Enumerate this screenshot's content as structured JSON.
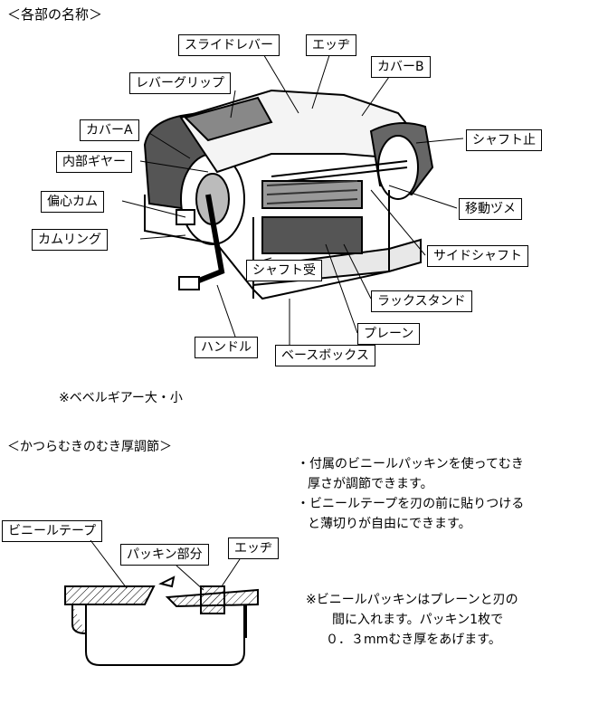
{
  "section1_title": "＜各部の名称＞",
  "parts": {
    "slide_lever": "スライドレバー",
    "edge_top": "エッヂ",
    "cover_b": "カバーB",
    "lever_grip": "レバーグリップ",
    "cover_a": "カバーA",
    "shaft_stop": "シャフト止",
    "inner_gear": "内部ギヤー",
    "eccentric_cam": "偏心カム",
    "moving_claw": "移動ヅメ",
    "cam_ring": "カムリング",
    "side_shaft": "サイドシャフト",
    "shaft_receiver": "シャフト受",
    "rack_stand": "ラックスタンド",
    "plane": "プレーン",
    "handle": "ハンドル",
    "base_box": "ベースボックス"
  },
  "bevel_note": "※ベベルギアー大・小",
  "section2_title": "＜かつらむきのむき厚調節＞",
  "notes": {
    "line1": "・付属のビニールパッキンを使ってむき",
    "line2": "厚さが調節できます。",
    "line3": "・ビニールテープを刃の前に貼りつける",
    "line4": "と薄切りが自由にできます。"
  },
  "labels2": {
    "vinyl_tape": "ビニールテープ",
    "packing": "パッキン部分",
    "edge": "エッヂ"
  },
  "note2": {
    "line1": "※ビニールパッキンはプレーンと刃の",
    "line2": "間に入れます。パッキン1枚で",
    "line3": "０．３mmむき厚をあげます。"
  }
}
